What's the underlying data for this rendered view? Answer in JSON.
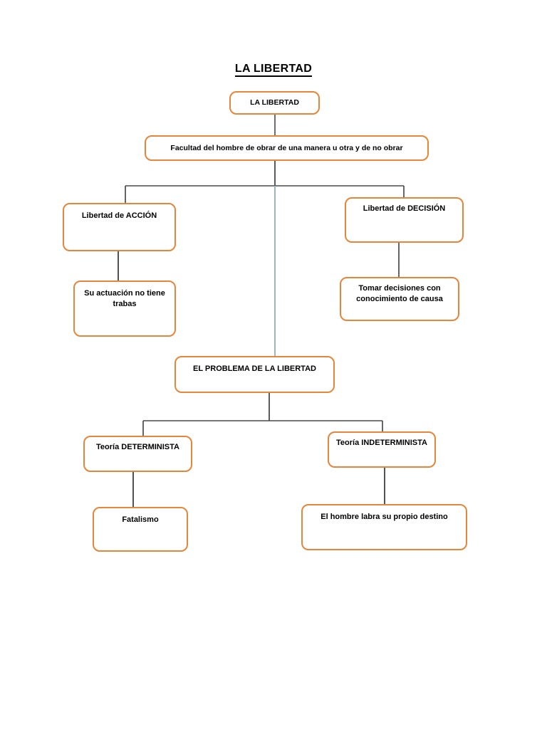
{
  "document": {
    "title": "LA LIBERTAD"
  },
  "colors": {
    "node_border": "#E5863A",
    "node_fill": "#FFFFFF",
    "connector_dark": "#3F3F3F",
    "connector_blue": "#9DB4C6",
    "text": "#000000"
  },
  "diagram": {
    "type": "flowchart",
    "nodes": [
      {
        "id": "root",
        "label": "LA LIBERTAD"
      },
      {
        "id": "def",
        "label": "Facultad del hombre de obrar de una manera u otra y de no obrar"
      },
      {
        "id": "accion",
        "label": "Libertad de ACCIÓN"
      },
      {
        "id": "decision",
        "label": "Libertad de DECISIÓN"
      },
      {
        "id": "trabas",
        "label": "Su actuación no tiene trabas"
      },
      {
        "id": "causa",
        "label": "Tomar decisiones con conocimiento de causa"
      },
      {
        "id": "problema",
        "label": "EL PROBLEMA DE LA LIBERTAD"
      },
      {
        "id": "determ",
        "label": "Teoría DETERMINISTA"
      },
      {
        "id": "indeterm",
        "label": "Teoría INDETERMINISTA"
      },
      {
        "id": "fatalismo",
        "label": "Fatalismo"
      },
      {
        "id": "destino",
        "label": "El hombre labra su propio destino"
      }
    ],
    "edges": [
      {
        "from": "root",
        "to": "def"
      },
      {
        "from": "def",
        "to": "accion"
      },
      {
        "from": "def",
        "to": "decision"
      },
      {
        "from": "def",
        "to": "problema"
      },
      {
        "from": "accion",
        "to": "trabas"
      },
      {
        "from": "decision",
        "to": "causa"
      },
      {
        "from": "problema",
        "to": "determ"
      },
      {
        "from": "problema",
        "to": "indeterm"
      },
      {
        "from": "determ",
        "to": "fatalismo"
      },
      {
        "from": "indeterm",
        "to": "destino"
      }
    ]
  }
}
